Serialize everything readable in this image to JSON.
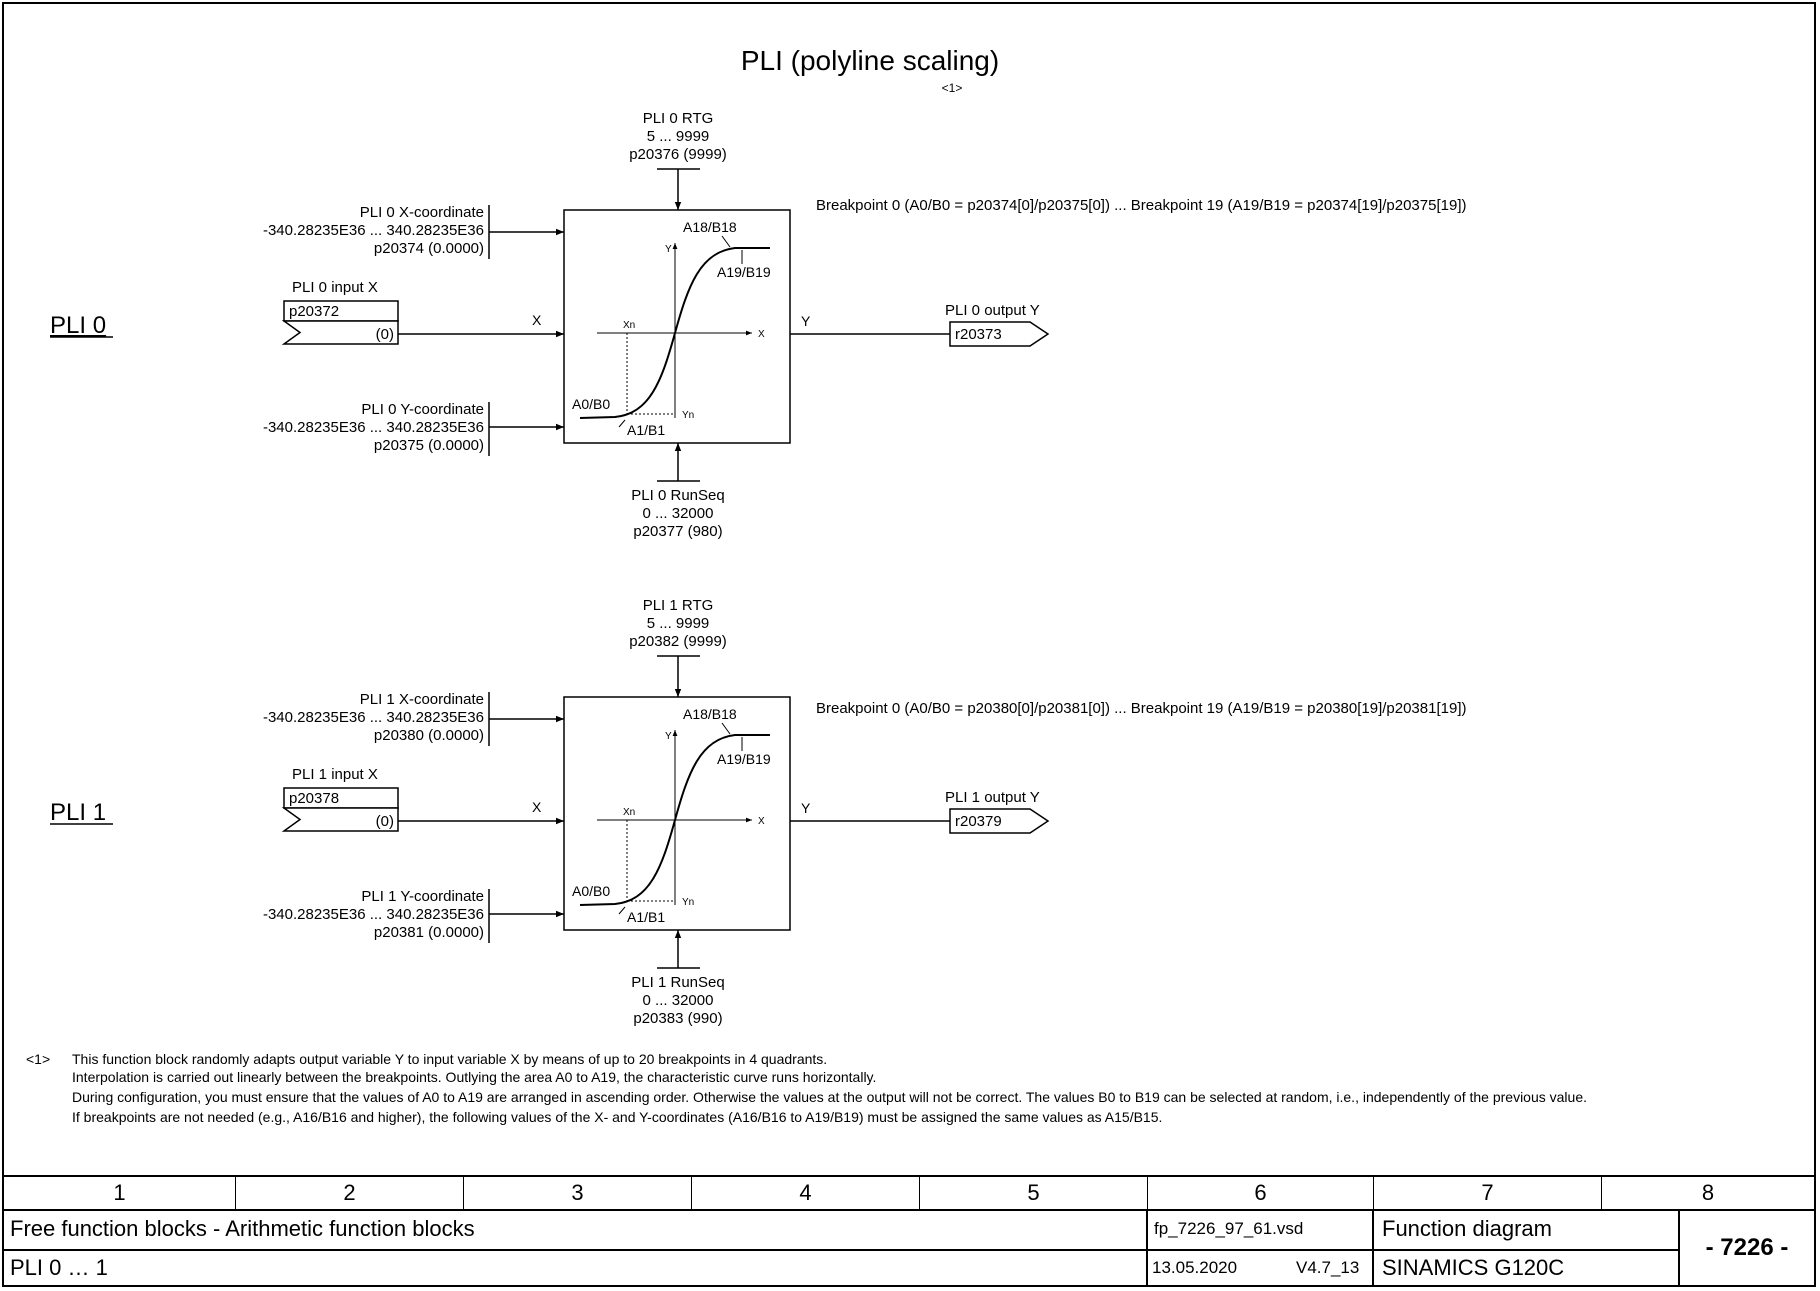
{
  "title": "PLI (polyline scaling)",
  "title_note": "<1>",
  "blocks": [
    {
      "label": "PLI 0",
      "rtg": [
        "PLI 0 RTG",
        "5 ... 9999",
        "p20376 (9999)"
      ],
      "xcoord": [
        "PLI 0 X-coordinate",
        "-340.28235E36 ... 340.28235E36",
        "p20374 (0.0000)"
      ],
      "ycoord": [
        "PLI 0 Y-coordinate",
        "-340.28235E36 ... 340.28235E36",
        "p20375 (0.0000)"
      ],
      "input_label": "PLI 0 input X",
      "input_param": "p20372",
      "input_default": "(0)",
      "x_signal": "X",
      "y_signal": "Y",
      "output_label": "PLI 0 output Y",
      "output_param": "r20373",
      "runseq": [
        "PLI 0 RunSeq",
        "0 ... 32000",
        "p20377 (980)"
      ],
      "breakpoint_text": "Breakpoint 0 (A0/B0 = p20374[0]/p20375[0]) ... Breakpoint 19 (A19/B19 = p20374[19]/p20375[19])",
      "curve_labels": {
        "top": "A18/B18",
        "right": "A19/B19",
        "left": "A0/B0",
        "bottom": "A1/B1",
        "x_axis": "X",
        "y_axis": "Y",
        "xn": "Xn",
        "yn": "Yn"
      }
    },
    {
      "label": "PLI 1",
      "rtg": [
        "PLI 1 RTG",
        "5 ... 9999",
        "p20382 (9999)"
      ],
      "xcoord": [
        "PLI 1 X-coordinate",
        "-340.28235E36 ... 340.28235E36",
        "p20380 (0.0000)"
      ],
      "ycoord": [
        "PLI 1 Y-coordinate",
        "-340.28235E36 ... 340.28235E36",
        "p20381 (0.0000)"
      ],
      "input_label": "PLI 1 input X",
      "input_param": "p20378",
      "input_default": "(0)",
      "x_signal": "X",
      "y_signal": "Y",
      "output_label": "PLI 1 output Y",
      "output_param": "r20379",
      "runseq": [
        "PLI 1 RunSeq",
        "0 ... 32000",
        "p20383 (990)"
      ],
      "breakpoint_text": "Breakpoint 0 (A0/B0 = p20380[0]/p20381[0]) ... Breakpoint 19 (A19/B19 = p20380[19]/p20381[19])",
      "curve_labels": {
        "top": "A18/B18",
        "right": "A19/B19",
        "left": "A0/B0",
        "bottom": "A1/B1",
        "x_axis": "X",
        "y_axis": "Y",
        "xn": "Xn",
        "yn": "Yn"
      }
    }
  ],
  "notes": {
    "marker": "<1>",
    "lines": [
      "This function block randomly adapts output variable Y to input variable X by means of up to 20 breakpoints in 4 quadrants.",
      "Interpolation is carried out linearly between the breakpoints. Outlying the area A0 to A19, the characteristic curve runs horizontally.",
      "During configuration, you must ensure that the values of A0 to A19 are arranged in ascending order. Otherwise the values at the output will not be correct. The values B0 to B19 can be selected at random, i.e., independently of the previous value.",
      "If breakpoints are not needed (e.g., A16/B16 and higher), the following values of the X- and Y-coordinates (A16/B16 to A19/B19) must be assigned the same values as A15/B15."
    ]
  },
  "footer": {
    "columns": [
      "1",
      "2",
      "3",
      "4",
      "5",
      "6",
      "7",
      "8"
    ],
    "description_1": "Free function blocks - Arithmetic function blocks",
    "description_2": "PLI 0 … 1",
    "file": "fp_7226_97_61.vsd",
    "date": "13.05.2020",
    "version": "V4.7_13",
    "doc_type": "Function diagram",
    "product": "SINAMICS G120C",
    "page": "- 7226 -"
  }
}
